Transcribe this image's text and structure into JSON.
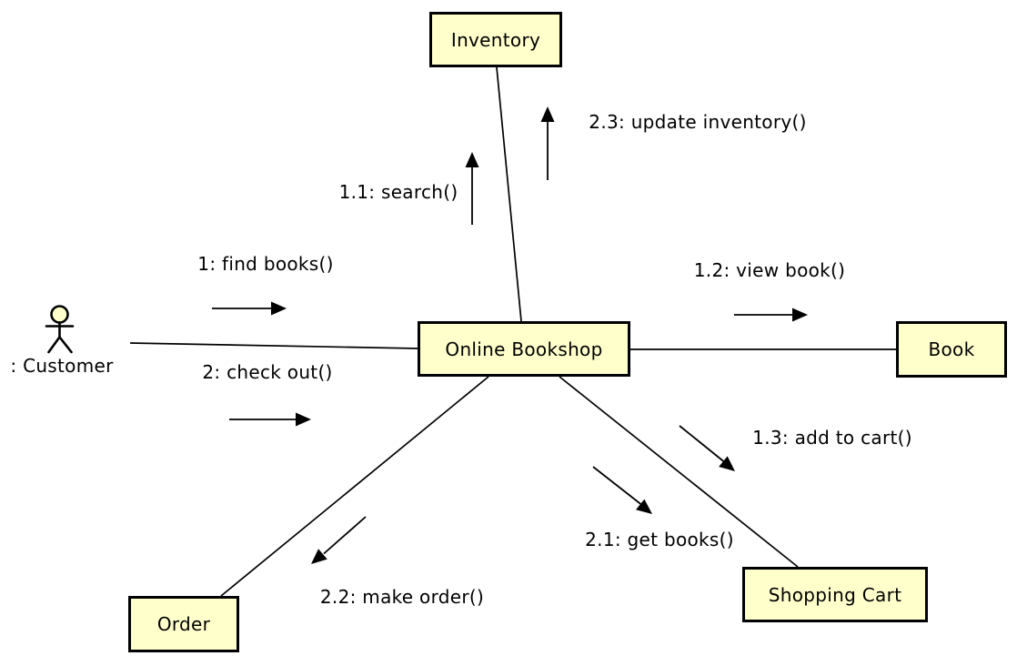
{
  "colors": {
    "background": "#FFFFFF",
    "node_fill": "#FFFFCC",
    "node_border": "#000000",
    "line": "#000000",
    "text": "#000000"
  },
  "actor": {
    "label": ": Customer"
  },
  "nodes": {
    "inventory": {
      "label": "Inventory"
    },
    "online_bookshop": {
      "label": "Online Bookshop"
    },
    "book": {
      "label": "Book"
    },
    "order": {
      "label": "Order"
    },
    "shopping_cart": {
      "label": "Shopping Cart"
    }
  },
  "messages": {
    "find_books": {
      "label": "1: find books()"
    },
    "check_out": {
      "label": "2: check out()"
    },
    "search": {
      "label": "1.1: search()"
    },
    "view_book": {
      "label": "1.2: view book()"
    },
    "add_to_cart": {
      "label": "1.3: add to cart()"
    },
    "get_books": {
      "label": "2.1: get books()"
    },
    "make_order": {
      "label": "2.2: make order()"
    },
    "update_inventory": {
      "label": "2.3: update inventory()"
    }
  }
}
